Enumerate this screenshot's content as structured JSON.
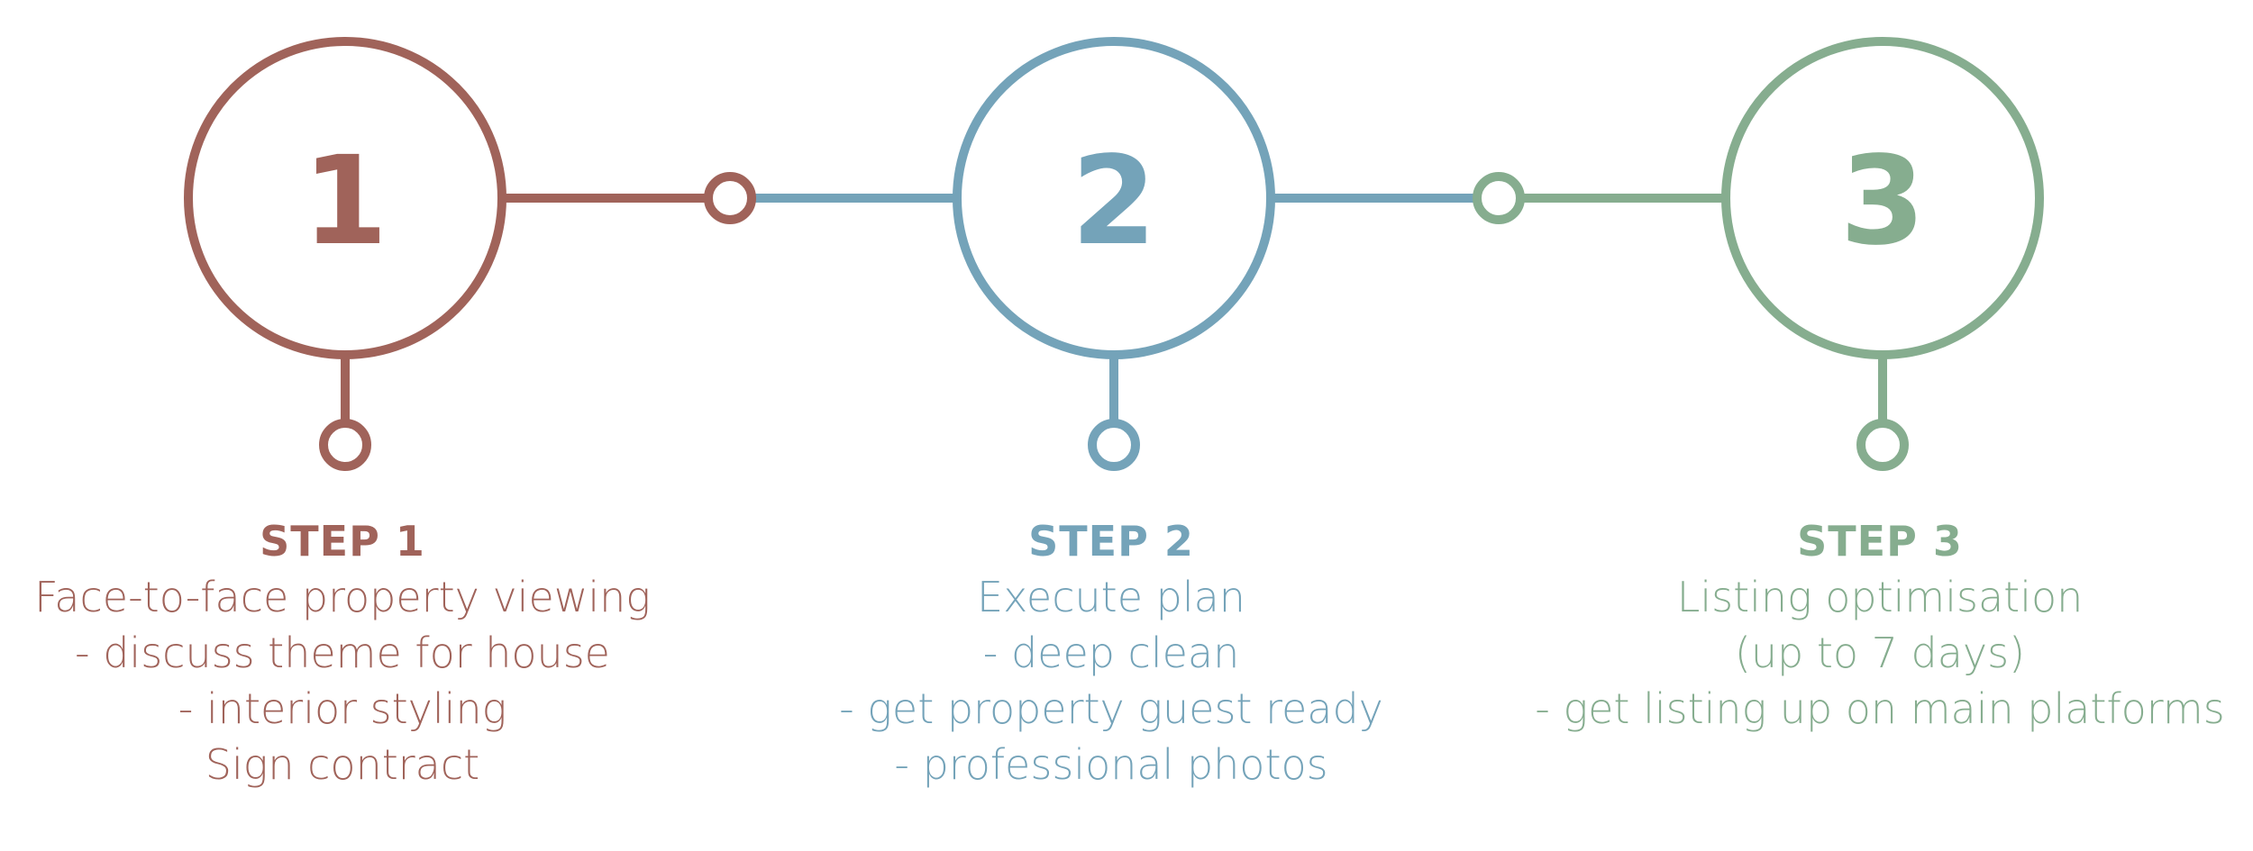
{
  "colors": {
    "step1": "#a0635a",
    "step2": "#74a3b9",
    "step3": "#86ad8f"
  },
  "steps": [
    {
      "number": "1",
      "title": "STEP 1",
      "lines": [
        "Face-to-face property viewing",
        "- discuss theme for house",
        "- interior styling",
        "Sign contract"
      ]
    },
    {
      "number": "2",
      "title": "STEP 2",
      "lines": [
        "Execute plan",
        "- deep clean",
        "- get property guest ready",
        "- professional photos"
      ]
    },
    {
      "number": "3",
      "title": "STEP 3",
      "lines": [
        "Listing optimisation",
        "(up to 7 days)",
        "- get listing up on main platforms"
      ]
    }
  ]
}
